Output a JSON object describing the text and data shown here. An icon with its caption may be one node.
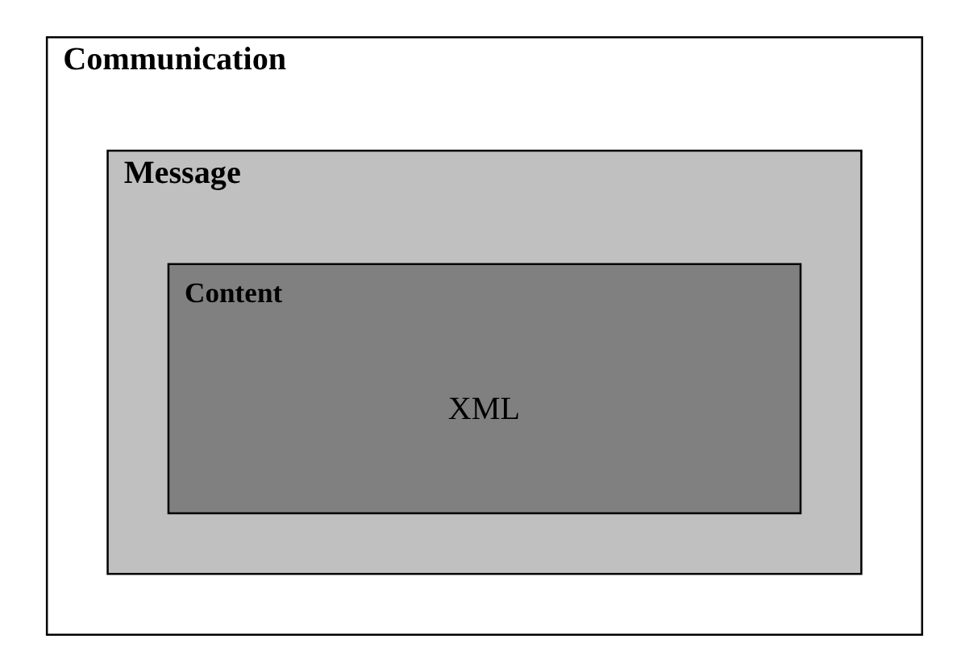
{
  "diagram": {
    "nodes": [
      {
        "text": [
          "Communication"
        ]
      },
      {
        "text": [
          "Message"
        ],
        "in": 0
      },
      {
        "text": [
          "Content",
          "XML"
        ],
        "in": 1
      }
    ]
  }
}
